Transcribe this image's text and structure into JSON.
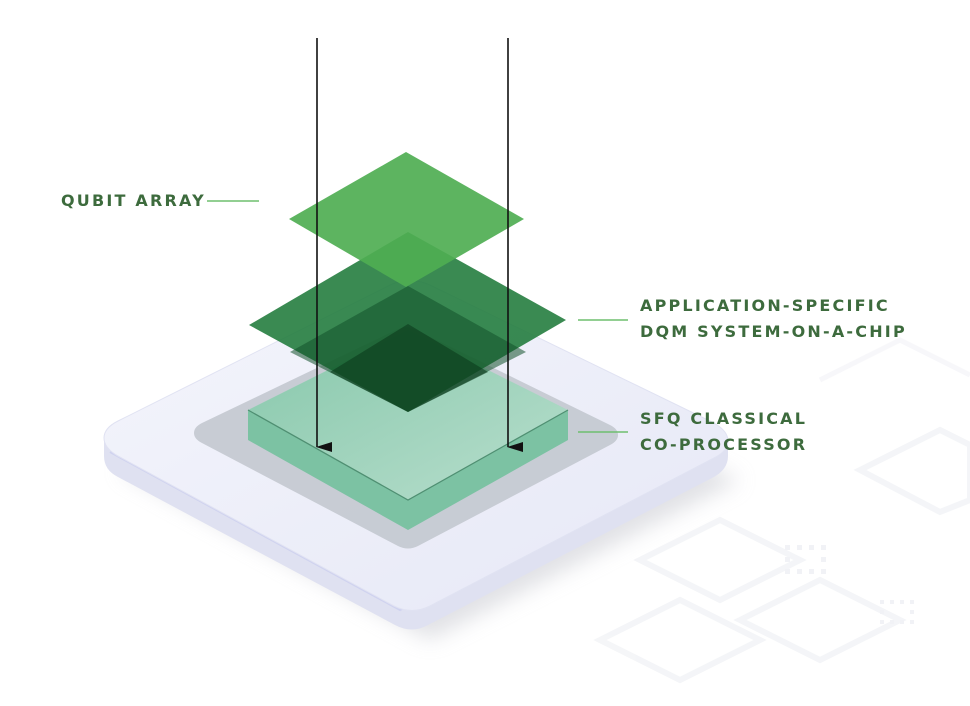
{
  "colors": {
    "label_text": "#3d6b3d",
    "leader_line": "#6fbf6f",
    "qubit_array": "#5cb85c",
    "asic_layer": "#2e8b45",
    "sfq_layer": "#8fcfb0",
    "package": "#eef0fb",
    "arrow": "#111111"
  },
  "labels": {
    "qubit_array": "QUBIT ARRAY",
    "asic_line1": "APPLICATION-SPECIFIC",
    "asic_line2": "DQM SYSTEM-ON-A-CHIP",
    "sfq_line1": "SFQ CLASSICAL",
    "sfq_line2": "CO-PROCESSOR"
  },
  "icons": {
    "arrow": "arrow-down-icon"
  }
}
